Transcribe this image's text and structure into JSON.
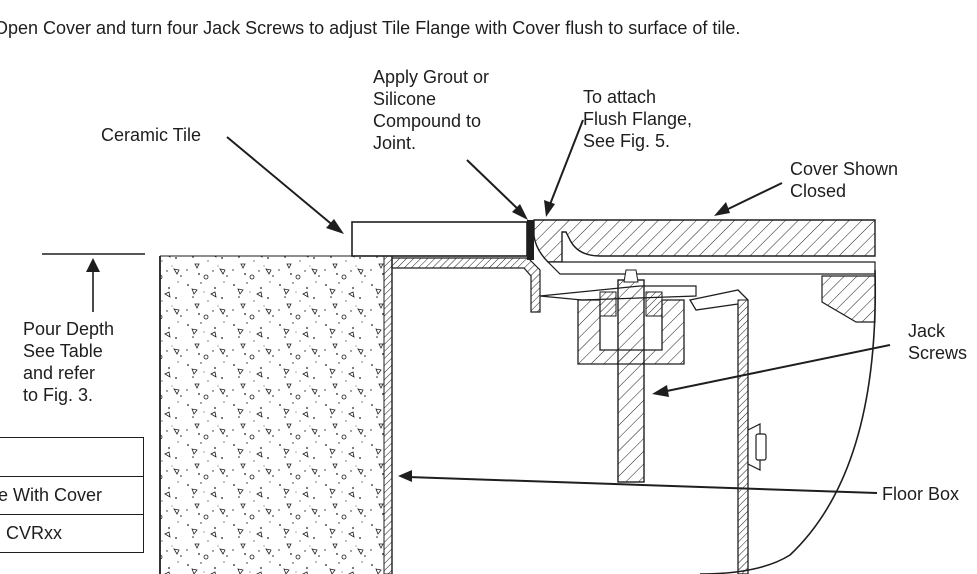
{
  "instruction": "Open Cover and turn four Jack Screws to adjust Tile Flange with Cover flush to surface of tile.",
  "labels": {
    "ceramic_tile": "Ceramic Tile",
    "apply_grout": "Apply Grout or\nSilicone\nCompound to\nJoint.",
    "flush_flange": "To attach\nFlush Flange,\nSee Fig. 5.",
    "cover_shown": "Cover Shown\nClosed",
    "pour_depth": "Pour Depth\nSee Table\nand refer\nto Fig. 3.",
    "jack_screws": "Jack\nScrews",
    "floor_box": "Floor Box"
  },
  "table": {
    "rows": [
      "",
      "e With Cover",
      "CVRxx"
    ]
  },
  "colors": {
    "line": "#1e1e1e",
    "paper": "#ffffff"
  }
}
